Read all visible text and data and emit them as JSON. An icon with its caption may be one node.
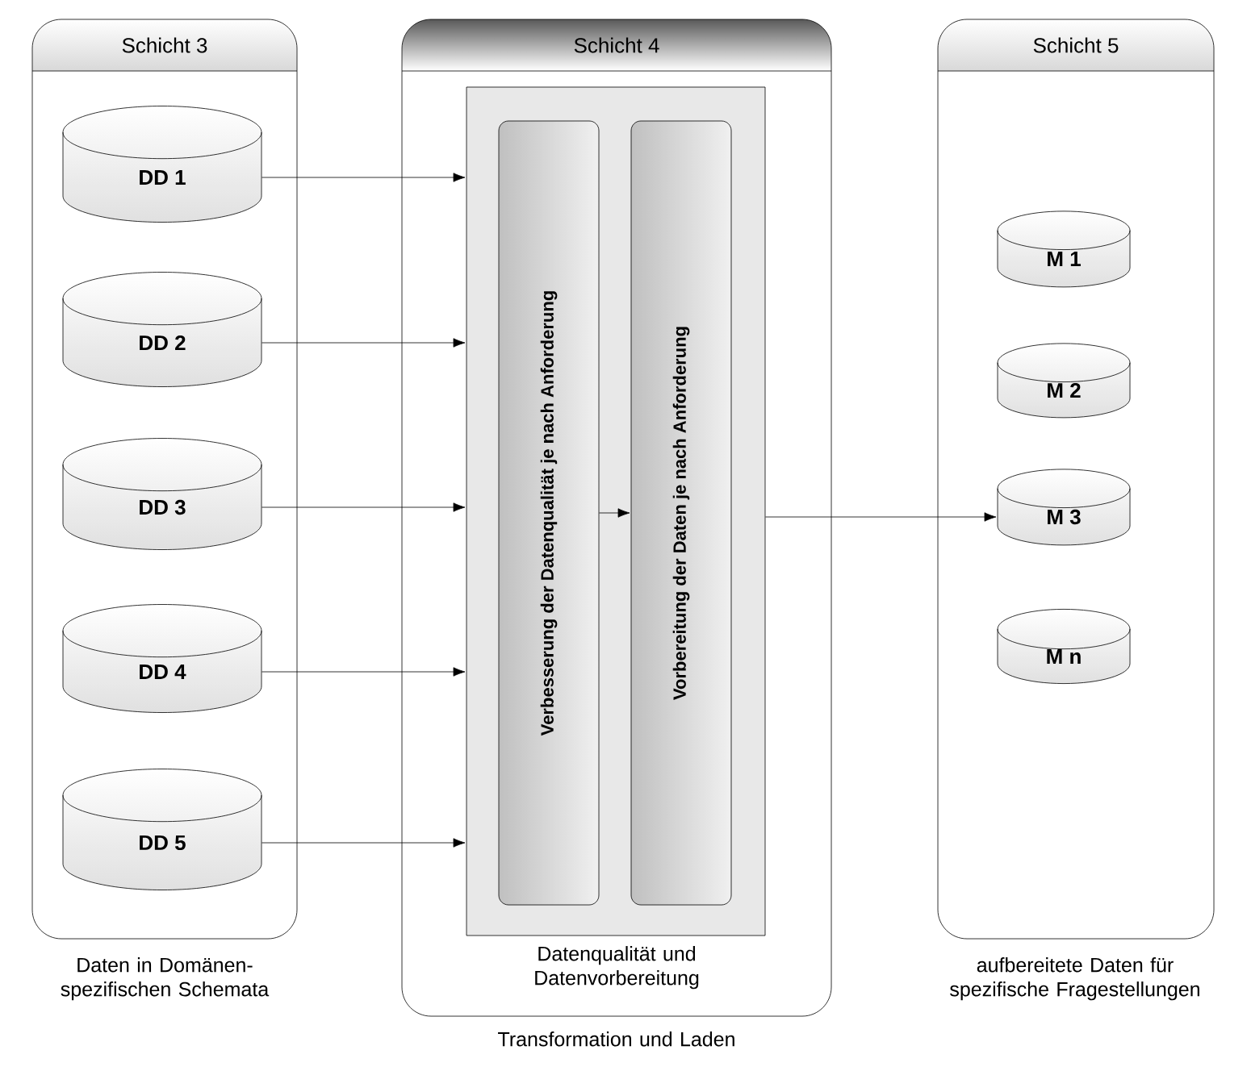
{
  "diagram": {
    "nodes": [
      {
        "text": [
          "Schicht 3"
        ],
        "beside": [
          "Daten in Domänen- spezifischen Schemata"
        ]
      },
      {
        "text": [
          "DD 1"
        ],
        "in": 0
      },
      {
        "text": [
          "DD 2"
        ],
        "in": 0
      },
      {
        "text": [
          "DD 3"
        ],
        "in": 0
      },
      {
        "text": [
          "DD 4"
        ],
        "in": 0
      },
      {
        "text": [
          "DD 5"
        ],
        "in": 0
      },
      {
        "text": [
          "Schicht 4"
        ],
        "beside": [
          "Transformation und Laden"
        ]
      },
      {
        "text": [],
        "shape": "box",
        "in": 6,
        "beside": [
          "Datenqualität und Datenvorbereitung"
        ]
      },
      {
        "text": [
          "Verbesserung der Datenqualität je nach Anforderung"
        ],
        "in": 7
      },
      {
        "text": [
          "Vorbereitung der Daten je nach Anforderung"
        ],
        "in": 7
      },
      {
        "text": [
          "Schicht 5"
        ],
        "beside": [
          "aufbereitete Daten für spezifische Fragestellungen"
        ]
      },
      {
        "text": [
          "M 1"
        ],
        "in": 10
      },
      {
        "text": [
          "M 2"
        ],
        "in": 10
      },
      {
        "text": [
          "M 3"
        ],
        "in": 10
      },
      {
        "text": [
          "M n"
        ],
        "in": 10
      }
    ],
    "edges": [
      {
        "from": 1,
        "to": 7,
        "arrow": "to"
      },
      {
        "from": 2,
        "to": 7,
        "arrow": "to"
      },
      {
        "from": 3,
        "to": 7,
        "arrow": "to"
      },
      {
        "from": 4,
        "to": 7,
        "arrow": "to"
      },
      {
        "from": 5,
        "to": 7,
        "arrow": "to"
      },
      {
        "from": 8,
        "to": 9,
        "arrow": "to"
      },
      {
        "from": 7,
        "to": 13,
        "arrow": "to"
      }
    ]
  }
}
